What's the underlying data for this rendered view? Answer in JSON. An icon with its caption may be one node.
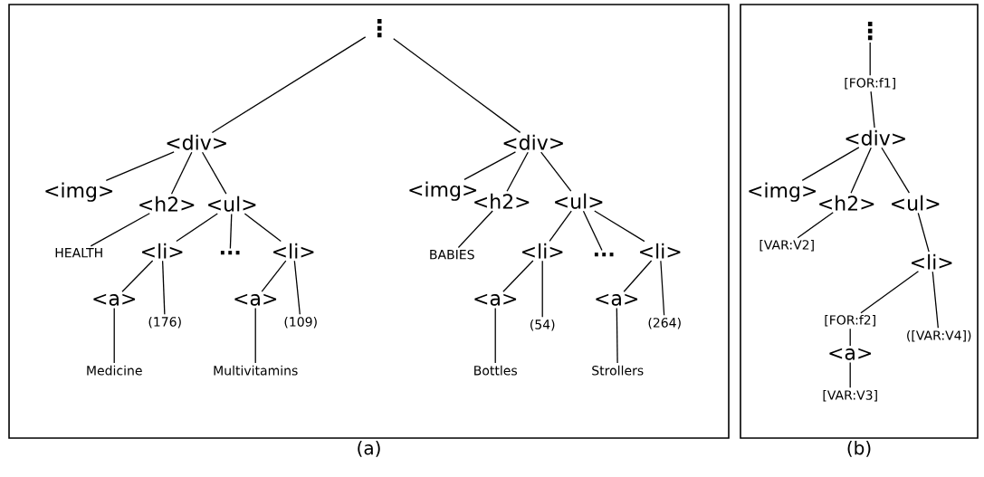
{
  "diagram": {
    "nodes": [
      {
        "text": [
          "(a)"
        ]
      },
      {
        "text": [
          "(b)"
        ]
      },
      {
        "text": [
          "⋮"
        ],
        "in": 0
      },
      {
        "text": [
          "<div>"
        ],
        "in": 0
      },
      {
        "text": [
          "<img>"
        ],
        "in": 0
      },
      {
        "text": [
          "<h2>"
        ],
        "in": 0
      },
      {
        "text": [
          "<ul>"
        ],
        "in": 0
      },
      {
        "text": [
          "HEALTH"
        ],
        "in": 0
      },
      {
        "text": [
          "<li>"
        ],
        "in": 0
      },
      {
        "text": [
          "..."
        ],
        "in": 0
      },
      {
        "text": [
          "<li>"
        ],
        "in": 0
      },
      {
        "text": [
          "<a>"
        ],
        "in": 0
      },
      {
        "text": [
          "(176)"
        ],
        "in": 0
      },
      {
        "text": [
          "<a>"
        ],
        "in": 0
      },
      {
        "text": [
          "(109)"
        ],
        "in": 0
      },
      {
        "text": [
          "Medicine"
        ],
        "in": 0
      },
      {
        "text": [
          "Multivitamins"
        ],
        "in": 0
      },
      {
        "text": [
          "<div>"
        ],
        "in": 0
      },
      {
        "text": [
          "<img>"
        ],
        "in": 0
      },
      {
        "text": [
          "<h2>"
        ],
        "in": 0
      },
      {
        "text": [
          "<ul>"
        ],
        "in": 0
      },
      {
        "text": [
          "BABIES"
        ],
        "in": 0
      },
      {
        "text": [
          "<li>"
        ],
        "in": 0
      },
      {
        "text": [
          "..."
        ],
        "in": 0
      },
      {
        "text": [
          "<li>"
        ],
        "in": 0
      },
      {
        "text": [
          "<a>"
        ],
        "in": 0
      },
      {
        "text": [
          "(54)"
        ],
        "in": 0
      },
      {
        "text": [
          "<a>"
        ],
        "in": 0
      },
      {
        "text": [
          "(264)"
        ],
        "in": 0
      },
      {
        "text": [
          "Bottles"
        ],
        "in": 0
      },
      {
        "text": [
          "Strollers"
        ],
        "in": 0
      },
      {
        "text": [
          "⋮"
        ],
        "in": 1
      },
      {
        "text": [
          "[FOR:f1]"
        ],
        "in": 1
      },
      {
        "text": [
          "<div>"
        ],
        "in": 1
      },
      {
        "text": [
          "<img>"
        ],
        "in": 1
      },
      {
        "text": [
          "<h2>"
        ],
        "in": 1
      },
      {
        "text": [
          "<ul>"
        ],
        "in": 1
      },
      {
        "text": [
          "[VAR:V2]"
        ],
        "in": 1
      },
      {
        "text": [
          "<li>"
        ],
        "in": 1
      },
      {
        "text": [
          "[FOR:f2]"
        ],
        "in": 1
      },
      {
        "text": [
          "([VAR:V4])"
        ],
        "in": 1
      },
      {
        "text": [
          "<a>"
        ],
        "in": 1
      },
      {
        "text": [
          "[VAR:V3]"
        ],
        "in": 1
      }
    ],
    "edges": [
      {
        "from": 2,
        "to": 3,
        "arrow": "none"
      },
      {
        "from": 2,
        "to": 17,
        "arrow": "none"
      },
      {
        "from": 3,
        "to": 4,
        "arrow": "none"
      },
      {
        "from": 3,
        "to": 5,
        "arrow": "none"
      },
      {
        "from": 3,
        "to": 6,
        "arrow": "none"
      },
      {
        "from": 5,
        "to": 7,
        "arrow": "none"
      },
      {
        "from": 6,
        "to": 8,
        "arrow": "none"
      },
      {
        "from": 6,
        "to": 9,
        "arrow": "none"
      },
      {
        "from": 6,
        "to": 10,
        "arrow": "none"
      },
      {
        "from": 8,
        "to": 11,
        "arrow": "none"
      },
      {
        "from": 8,
        "to": 12,
        "arrow": "none"
      },
      {
        "from": 10,
        "to": 13,
        "arrow": "none"
      },
      {
        "from": 10,
        "to": 14,
        "arrow": "none"
      },
      {
        "from": 11,
        "to": 15,
        "arrow": "none"
      },
      {
        "from": 13,
        "to": 16,
        "arrow": "none"
      },
      {
        "from": 17,
        "to": 18,
        "arrow": "none"
      },
      {
        "from": 17,
        "to": 19,
        "arrow": "none"
      },
      {
        "from": 17,
        "to": 20,
        "arrow": "none"
      },
      {
        "from": 19,
        "to": 21,
        "arrow": "none"
      },
      {
        "from": 20,
        "to": 22,
        "arrow": "none"
      },
      {
        "from": 20,
        "to": 23,
        "arrow": "none"
      },
      {
        "from": 20,
        "to": 24,
        "arrow": "none"
      },
      {
        "from": 22,
        "to": 25,
        "arrow": "none"
      },
      {
        "from": 22,
        "to": 26,
        "arrow": "none"
      },
      {
        "from": 24,
        "to": 27,
        "arrow": "none"
      },
      {
        "from": 24,
        "to": 28,
        "arrow": "none"
      },
      {
        "from": 25,
        "to": 29,
        "arrow": "none"
      },
      {
        "from": 27,
        "to": 30,
        "arrow": "none"
      },
      {
        "from": 31,
        "to": 32,
        "arrow": "none"
      },
      {
        "from": 32,
        "to": 33,
        "arrow": "none"
      },
      {
        "from": 33,
        "to": 34,
        "arrow": "none"
      },
      {
        "from": 33,
        "to": 35,
        "arrow": "none"
      },
      {
        "from": 33,
        "to": 36,
        "arrow": "none"
      },
      {
        "from": 35,
        "to": 37,
        "arrow": "none"
      },
      {
        "from": 36,
        "to": 38,
        "arrow": "none"
      },
      {
        "from": 38,
        "to": 39,
        "arrow": "none"
      },
      {
        "from": 38,
        "to": 40,
        "arrow": "none"
      },
      {
        "from": 39,
        "to": 41,
        "arrow": "none"
      },
      {
        "from": 41,
        "to": 42,
        "arrow": "none"
      }
    ]
  }
}
